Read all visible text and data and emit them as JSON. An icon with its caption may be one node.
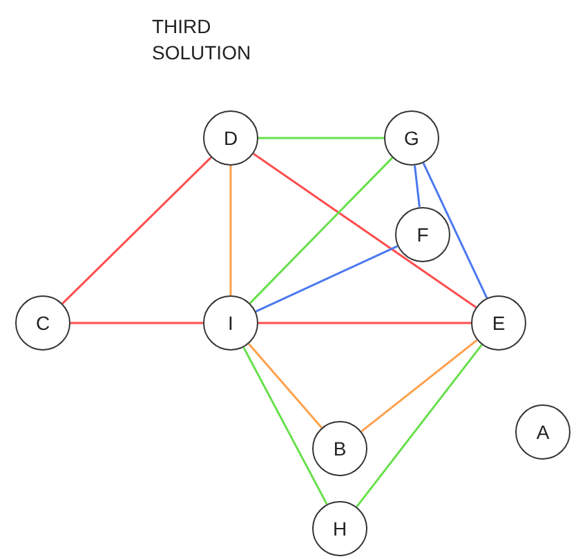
{
  "diagram": {
    "title": "THIRD SOLUTION",
    "nodes": [
      {
        "text": [
          "D"
        ]
      },
      {
        "text": [
          "G"
        ]
      },
      {
        "text": [
          "F"
        ]
      },
      {
        "text": [
          "C"
        ]
      },
      {
        "text": [
          "I"
        ]
      },
      {
        "text": [
          "E"
        ]
      },
      {
        "text": [
          "A"
        ]
      },
      {
        "text": [
          "B"
        ]
      },
      {
        "text": [
          "H"
        ]
      }
    ],
    "edges": [
      {
        "from": 0,
        "to": 1,
        "arrow": "none",
        "color": "#66e04a"
      },
      {
        "from": 0,
        "to": 3,
        "arrow": "none",
        "color": "#ff4d4d"
      },
      {
        "from": 0,
        "to": 4,
        "arrow": "none",
        "color": "#ffa04a"
      },
      {
        "from": 0,
        "to": 5,
        "arrow": "none",
        "color": "#ff4d4d"
      },
      {
        "from": 1,
        "to": 2,
        "arrow": "none",
        "color": "#4a78f0"
      },
      {
        "from": 1,
        "to": 5,
        "arrow": "none",
        "color": "#4a78f0"
      },
      {
        "from": 1,
        "to": 4,
        "arrow": "none",
        "color": "#66e04a"
      },
      {
        "from": 2,
        "to": 4,
        "arrow": "none",
        "color": "#4a78f0"
      },
      {
        "from": 3,
        "to": 4,
        "arrow": "none",
        "color": "#ff4d4d"
      },
      {
        "from": 4,
        "to": 5,
        "arrow": "none",
        "color": "#ff4d4d"
      },
      {
        "from": 4,
        "to": 7,
        "arrow": "none",
        "color": "#ffa04a"
      },
      {
        "from": 4,
        "to": 8,
        "arrow": "none",
        "color": "#66e04a"
      },
      {
        "from": 7,
        "to": 5,
        "arrow": "none",
        "color": "#ffa04a"
      },
      {
        "from": 8,
        "to": 5,
        "arrow": "none",
        "color": "#66e04a"
      }
    ]
  }
}
